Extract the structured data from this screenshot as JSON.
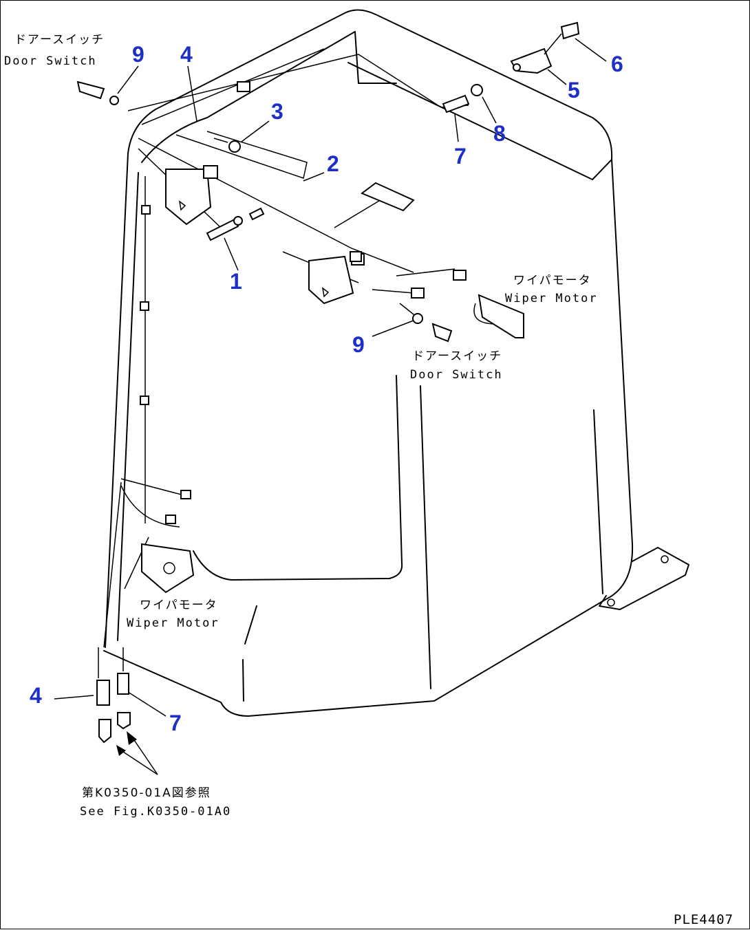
{
  "labels": {
    "door_switch_tl_jp": "ドアースイッチ",
    "door_switch_tl_en": "Door Switch",
    "door_switch_c_jp": "ドアースイッチ",
    "door_switch_c_en": "Door Switch",
    "wiper_motor_r_jp": "ワイパモータ",
    "wiper_motor_r_en": "Wiper Motor",
    "wiper_motor_l_jp": "ワイパモータ",
    "wiper_motor_l_en": "Wiper Motor",
    "see_fig_jp": "第K0350-01A図参照",
    "see_fig_en": "See Fig.K0350-01A0",
    "drawing_code": "PLE4407"
  },
  "callouts": {
    "c1": "1",
    "c2": "2",
    "c3": "3",
    "c4a": "4",
    "c4b": "4",
    "c5": "5",
    "c6": "6",
    "c7a": "7",
    "c7b": "7",
    "c8": "8",
    "c9a": "9",
    "c9b": "9"
  }
}
